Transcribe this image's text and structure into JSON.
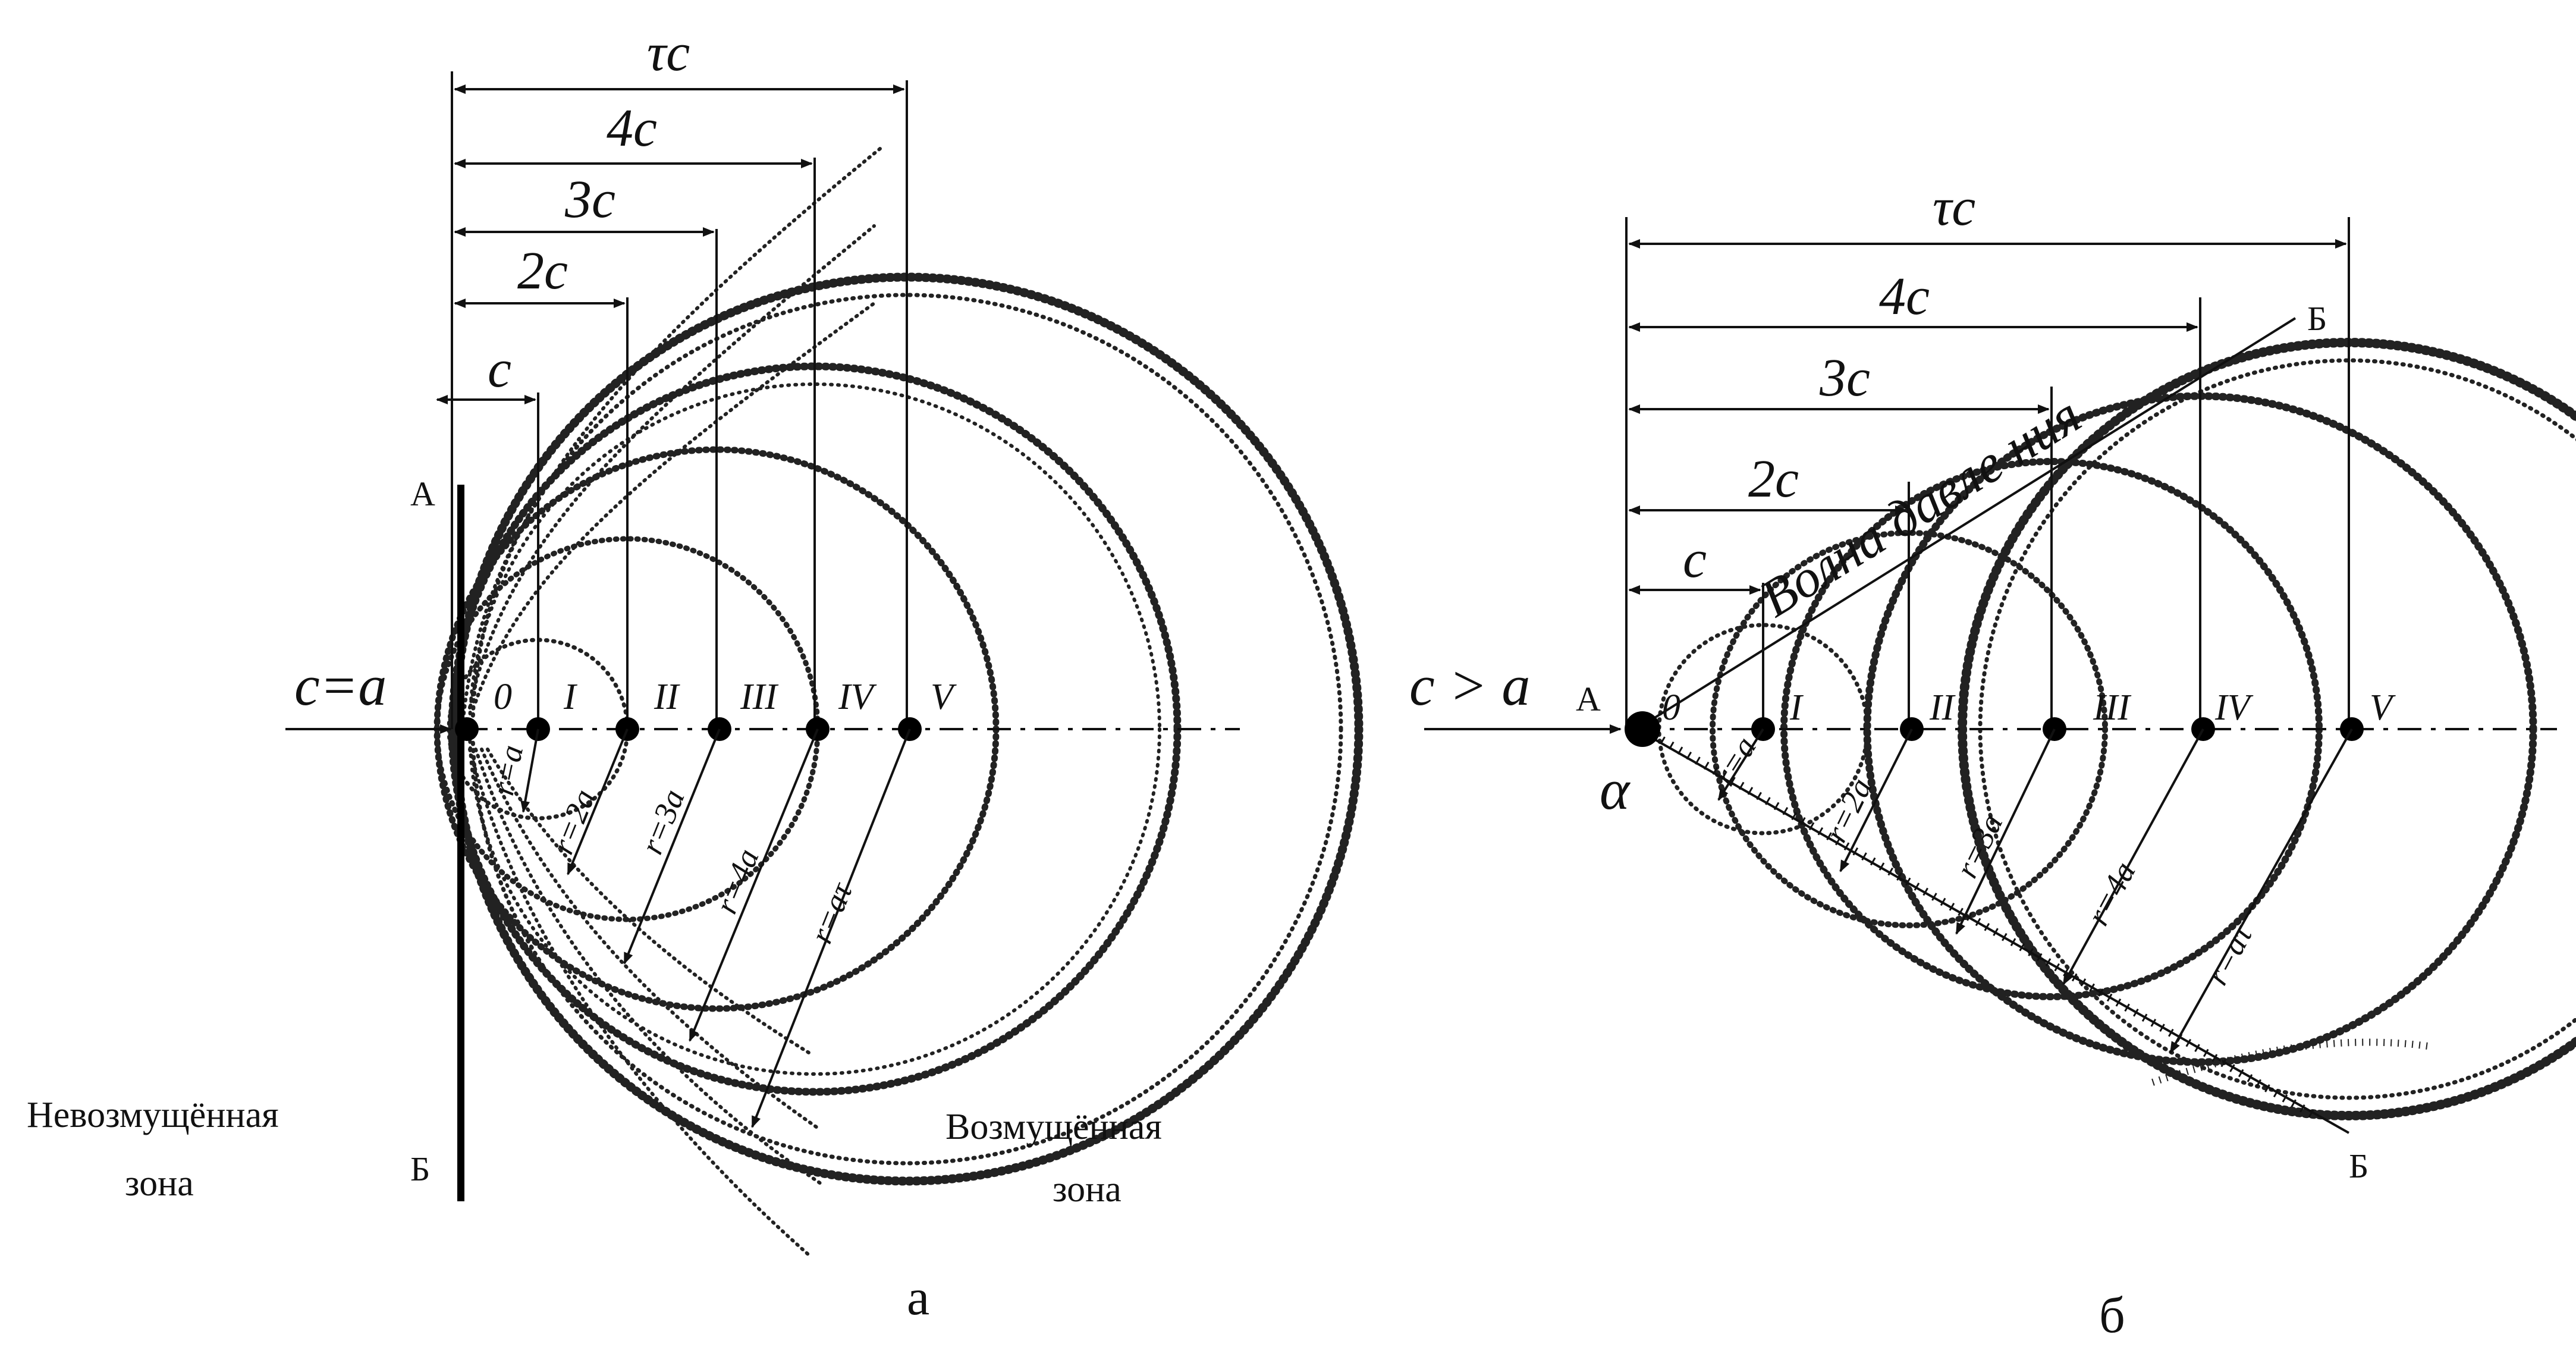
{
  "panel_a": {
    "tau_c": "τc",
    "four_c": "4c",
    "three_c": "3c",
    "two_c": "2c",
    "c": "c",
    "speed_label": "c=a",
    "point_a": "A",
    "point_b": "Б",
    "numerals": [
      "0",
      "I",
      "II",
      "III",
      "IV",
      "V"
    ],
    "radii": [
      "r=a",
      "r=2a",
      "r=3a",
      "r=4a",
      "r=aτ"
    ],
    "zone_left_line1": "Невозмущённая",
    "zone_left_line2": "зона",
    "zone_right_line1": "Возмущённая",
    "zone_right_line2": "зона",
    "caption": "а"
  },
  "panel_b": {
    "tau_c": "τc",
    "four_c": "4c",
    "three_c": "3c",
    "two_c": "2c",
    "c": "c",
    "speed_label": "c > a",
    "point_a": "A",
    "b_top": "Б",
    "b_bottom": "Б",
    "angle": "α",
    "wave_label": "Волна давле ния",
    "numerals": [
      "0",
      "I",
      "II",
      "III",
      "IV",
      "V"
    ],
    "radii": [
      "r=a",
      "r=2a",
      "r=3a",
      "r=4a",
      "r=aτ"
    ],
    "caption": "б"
  }
}
